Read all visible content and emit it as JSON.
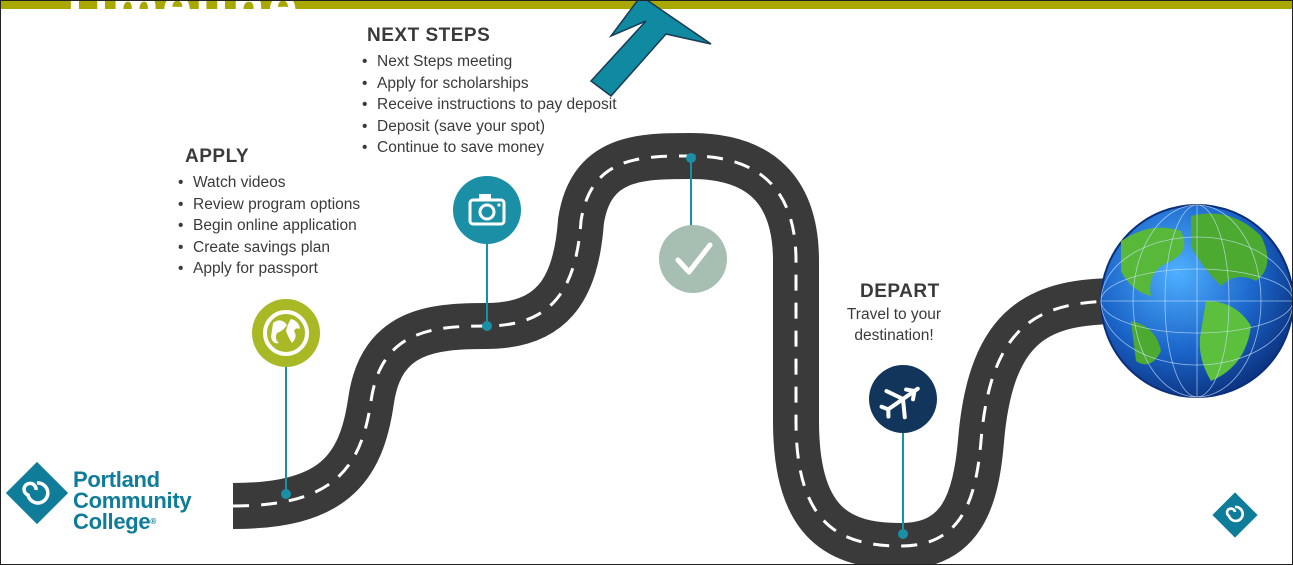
{
  "title_fragment": "Timeline",
  "next_steps": {
    "title": "NEXT STEPS",
    "items": [
      "Next Steps meeting",
      "Apply for scholarships",
      "Receive instructions to pay deposit",
      "Deposit (save your spot)",
      "Continue to save money"
    ]
  },
  "apply": {
    "title": "APPLY",
    "items": [
      "Watch videos",
      "Review program options",
      "Begin online application",
      "Create savings plan",
      "Apply for passport"
    ]
  },
  "depart": {
    "title": "DEPART",
    "subtitle_line1": "Travel to your",
    "subtitle_line2": "destination!"
  },
  "logo": {
    "line1": "Portland",
    "line2": "Community",
    "line3": "College",
    "reg": "®"
  },
  "colors": {
    "top_bar": "#a8a800",
    "road": "#3a3a3a",
    "apply_icon": "#a9b825",
    "camera_icon": "#1a8fa5",
    "check_icon": "#a6bfb2",
    "plane_icon": "#12355b",
    "arrow": "#0f8aa0",
    "brand": "#0f7d9a"
  },
  "icons": [
    "globe-icon",
    "camera-icon",
    "check-icon",
    "airplane-icon",
    "earth-globe-icon",
    "pcc-logo-icon"
  ]
}
